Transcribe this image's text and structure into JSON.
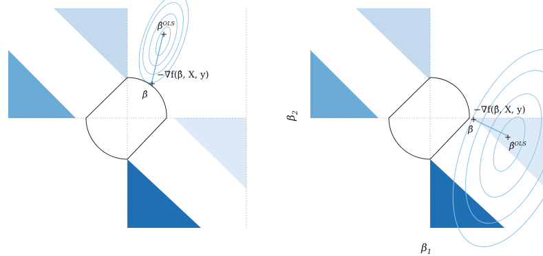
{
  "colors": {
    "dark": "#1f6fb4",
    "medium": "#6aaad7",
    "light": "#c2d9ee",
    "lighter": "#dce9f6",
    "contour": "#8ec2e4",
    "grad": "#5ea6d6",
    "outline": "#222222",
    "axis": "#aaaaaa"
  },
  "panels": [
    {
      "id": "left",
      "labels": {
        "ols": "β̂",
        "ols_sup": "OLS",
        "grad": "−∇f(β̂, X, y)",
        "beta_hat": "β̂"
      }
    },
    {
      "id": "right",
      "labels": {
        "ols": "β̂",
        "ols_sup": "OLS",
        "grad": "−∇f(β̂, X, y)",
        "beta_hat": "β̂"
      }
    }
  ],
  "axes": {
    "xlabel_main": "β",
    "xlabel_sub": "1",
    "ylabel_main": "β",
    "ylabel_sub": "2"
  }
}
